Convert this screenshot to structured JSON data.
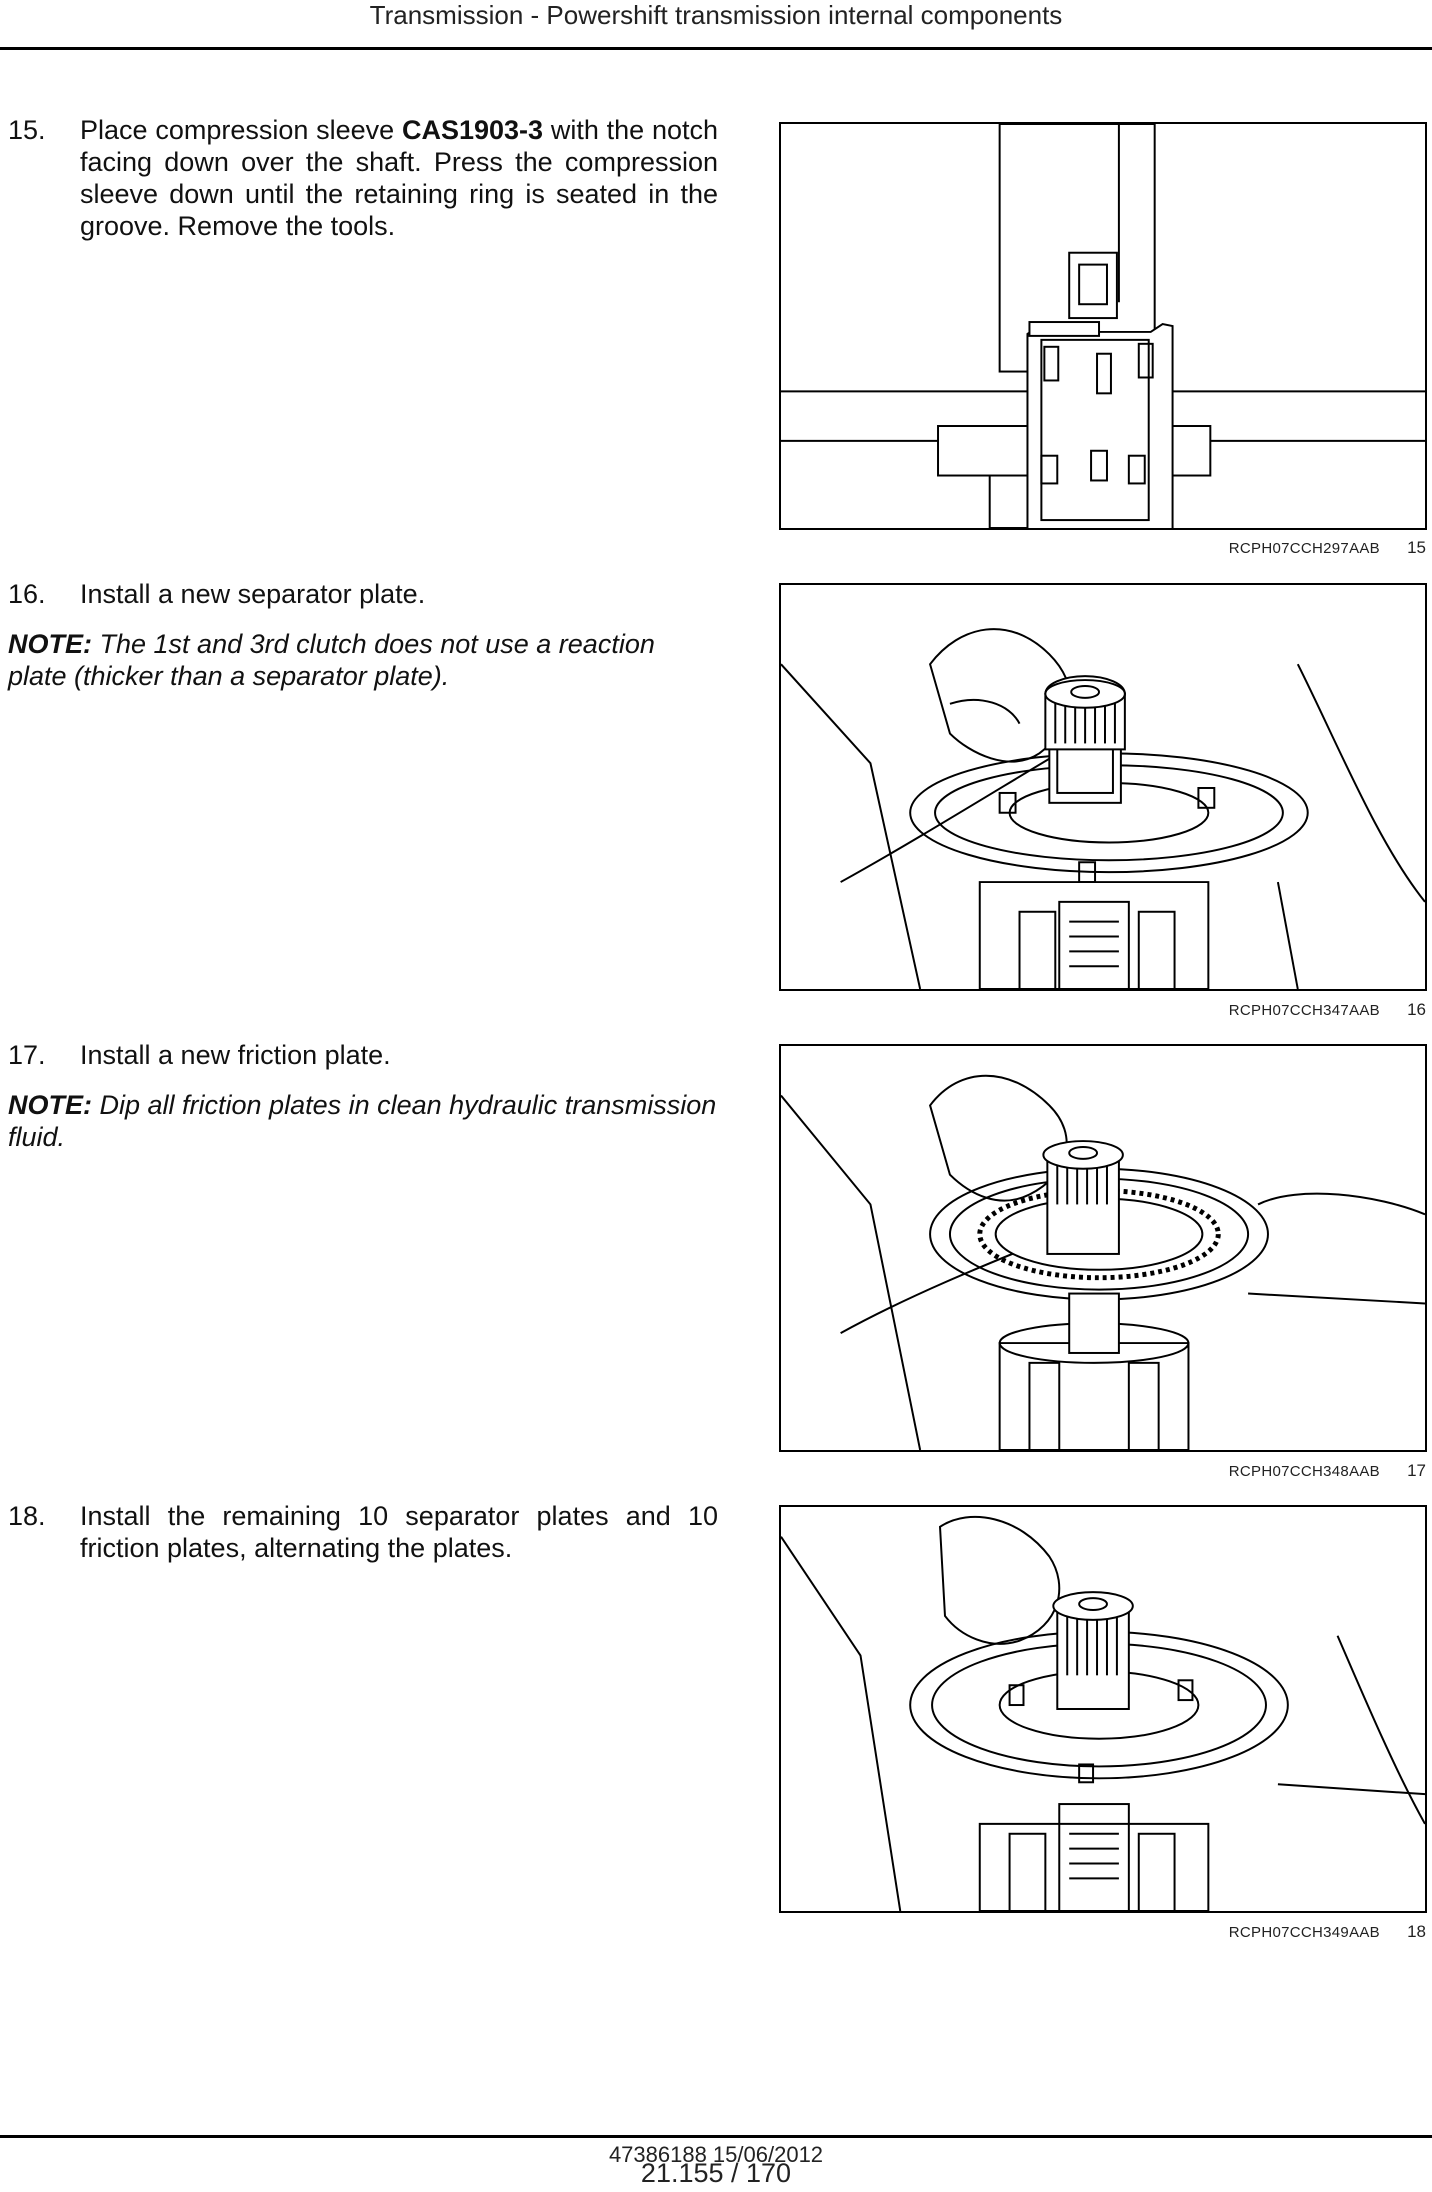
{
  "header": {
    "title": "Transmission - Powershift transmission internal components"
  },
  "steps": [
    {
      "number": "15.",
      "text_before": "Place compression sleeve ",
      "bold": "CAS1903-3",
      "text_after": " with the notch facing down over the shaft. Press the compression sleeve down until the retaining ring is seated in the groove. Remove the tools.",
      "figure": {
        "code": "RCPH07CCH297AAB",
        "number": "15"
      }
    },
    {
      "number": "16.",
      "text": "Install a new separator plate.",
      "note": {
        "label": "NOTE:",
        "text": " The 1st and 3rd clutch does not use a reaction plate (thicker than a separator plate)."
      },
      "figure": {
        "code": "RCPH07CCH347AAB",
        "number": "16"
      }
    },
    {
      "number": "17.",
      "text": "Install a new friction plate.",
      "note": {
        "label": "NOTE:",
        "text": " Dip all friction plates in clean hydraulic transmission fluid."
      },
      "figure": {
        "code": "RCPH07CCH348AAB",
        "number": "17"
      }
    },
    {
      "number": "18.",
      "text": "Install the remaining 10 separator plates and 10 friction plates, alternating the plates.",
      "figure": {
        "code": "RCPH07CCH349AAB",
        "number": "18"
      }
    }
  ],
  "footer": {
    "document": "47386188 15/06/2012",
    "page": "21.155 / 170"
  }
}
